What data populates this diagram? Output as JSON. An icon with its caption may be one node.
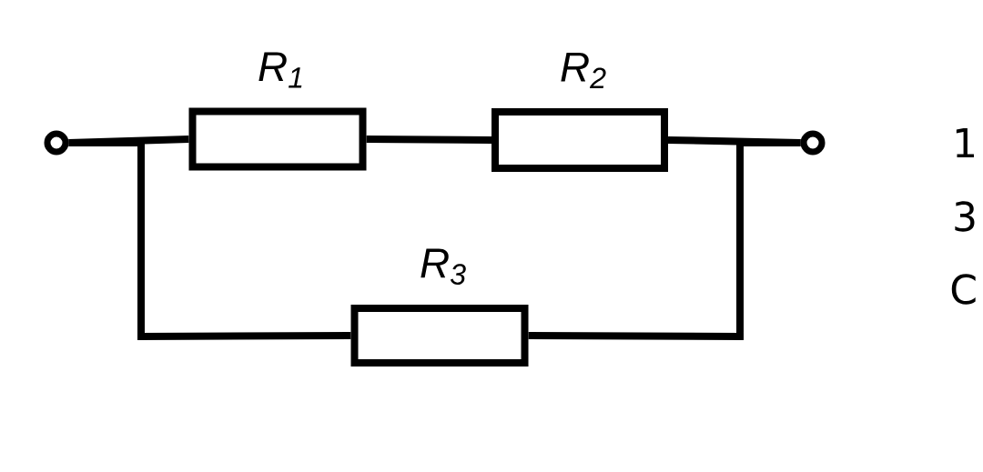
{
  "diagram": {
    "nodes": [
      {
        "text": [],
        "shape": "circle"
      },
      {
        "text": [
          "R$_{1}$"
        ]
      },
      {
        "text": [
          "R$_{2}$"
        ]
      },
      {
        "text": [
          "R$_{3}$"
        ]
      },
      {
        "text": [],
        "shape": "circle"
      }
    ],
    "edges": [
      {
        "from": 0,
        "to": 1,
        "arrow": "none"
      },
      {
        "from": 1,
        "to": 2,
        "arrow": "none"
      },
      {
        "from": 2,
        "to": 4,
        "arrow": "none"
      },
      {
        "from": 0,
        "to": 3,
        "arrow": "none"
      },
      {
        "from": 3,
        "to": 4,
        "arrow": "none"
      }
    ],
    "labels": [
      "1",
      "3",
      "C"
    ]
  }
}
